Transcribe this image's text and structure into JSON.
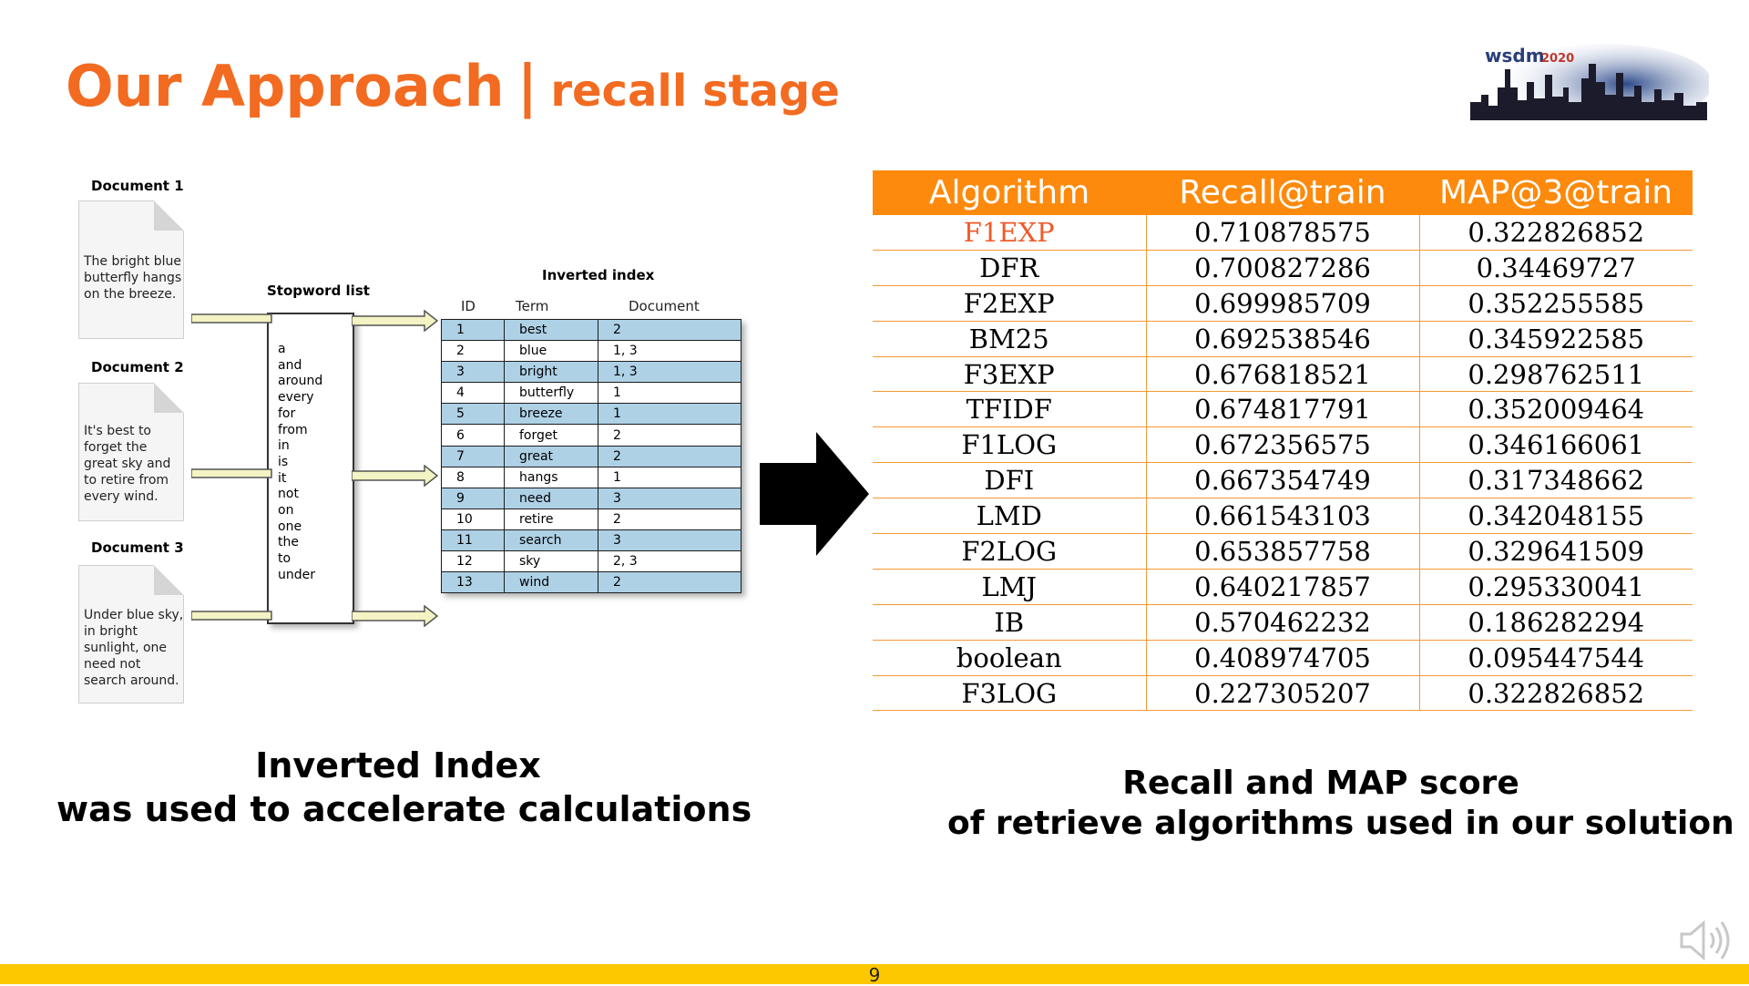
{
  "slide": {
    "title": "Our Approach",
    "title_separator": "|",
    "subtitle": "recall stage",
    "page_number": "9",
    "colors": {
      "title": "#f26b21",
      "table_header": "#fd8a0c",
      "footer": "#fec800",
      "highlight": "#f05a28",
      "index_row": "#aed1e6"
    }
  },
  "logo": {
    "name": "wsdm",
    "year": "2020"
  },
  "diagram": {
    "documents": [
      {
        "label": "Document 1",
        "text": "The bright blue butterfly hangs on the breeze."
      },
      {
        "label": "Document 2",
        "text": "It's best to forget the great sky and to retire from every wind."
      },
      {
        "label": "Document 3",
        "text": "Under blue sky, in bright sunlight, one need not search around."
      }
    ],
    "stopword_title": "Stopword list",
    "stopwords": [
      "a",
      "and",
      "around",
      "every",
      "for",
      "from",
      "in",
      "is",
      "it",
      "not",
      "on",
      "one",
      "the",
      "to",
      "under"
    ],
    "index_title": "Inverted index",
    "index_headers": [
      "ID",
      "Term",
      "Document"
    ],
    "index_rows": [
      [
        "1",
        "best",
        "2"
      ],
      [
        "2",
        "blue",
        "1, 3"
      ],
      [
        "3",
        "bright",
        "1, 3"
      ],
      [
        "4",
        "butterfly",
        "1"
      ],
      [
        "5",
        "breeze",
        "1"
      ],
      [
        "6",
        "forget",
        "2"
      ],
      [
        "7",
        "great",
        "2"
      ],
      [
        "8",
        "hangs",
        "1"
      ],
      [
        "9",
        "need",
        "3"
      ],
      [
        "10",
        "retire",
        "2"
      ],
      [
        "11",
        "search",
        "3"
      ],
      [
        "12",
        "sky",
        "2, 3"
      ],
      [
        "13",
        "wind",
        "2"
      ]
    ]
  },
  "results": {
    "headers": [
      "Algorithm",
      "Recall@train",
      "MAP@3@train"
    ],
    "rows": [
      [
        "F1EXP",
        "0.710878575",
        "0.322826852"
      ],
      [
        "DFR",
        "0.700827286",
        "0.34469727"
      ],
      [
        "F2EXP",
        "0.699985709",
        "0.352255585"
      ],
      [
        "BM25",
        "0.692538546",
        "0.345922585"
      ],
      [
        "F3EXP",
        "0.676818521",
        "0.298762511"
      ],
      [
        "TFIDF",
        "0.674817791",
        "0.352009464"
      ],
      [
        "F1LOG",
        "0.672356575",
        "0.346166061"
      ],
      [
        "DFI",
        "0.667354749",
        "0.317348662"
      ],
      [
        "LMD",
        "0.661543103",
        "0.342048155"
      ],
      [
        "F2LOG",
        "0.653857758",
        "0.329641509"
      ],
      [
        "LMJ",
        "0.640217857",
        "0.295330041"
      ],
      [
        "IB",
        "0.570462232",
        "0.186282294"
      ],
      [
        "boolean",
        "0.408974705",
        "0.095447544"
      ],
      [
        "F3LOG",
        "0.227305207",
        "0.322826852"
      ]
    ]
  },
  "captions": {
    "left_line1": "Inverted Index",
    "left_line2": "was used to accelerate calculations",
    "right_line1": "Recall and MAP score",
    "right_line2": "of retrieve algorithms used in our solution"
  },
  "icons": {
    "big_arrow": "right-arrow-icon",
    "speaker": "speaker-icon"
  }
}
